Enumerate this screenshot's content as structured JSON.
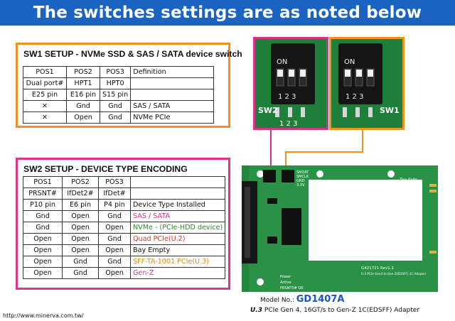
{
  "banner": {
    "title": "The switches settings are as noted below"
  },
  "sw1": {
    "title": "SW1 SETUP - NVMe SSD & SAS / SATA device switch",
    "rows": [
      [
        "POS1",
        "POS2",
        "POS3",
        "Definition"
      ],
      [
        "Dual port#",
        "HPT1",
        "HPT0",
        ""
      ],
      [
        "E25 pin",
        "E16 pin",
        "S15 pin",
        ""
      ],
      [
        "✕",
        "Gnd",
        "Gnd",
        "SAS / SATA"
      ],
      [
        "✕",
        "Open",
        "Gnd",
        "NVMe PCIe"
      ]
    ]
  },
  "sw2": {
    "title": "SW2 SETUP - DEVICE TYPE ENCODING",
    "rows": [
      [
        "POS1",
        "POS2",
        "POS3",
        ""
      ],
      [
        "PRSNT#",
        "IfDet2#",
        "IfDet#",
        ""
      ],
      [
        "P10 pin",
        "E6 pin",
        "P4 pin",
        "Device Type Installed"
      ],
      [
        "Gnd",
        "Open",
        "Gnd",
        "SAS / SATA"
      ],
      [
        "Gnd",
        "Open",
        "Open",
        "NVMe - (PCIe-HDD device)"
      ],
      [
        "Open",
        "Open",
        "Gnd",
        "Quad PCIe(U.2)"
      ],
      [
        "Open",
        "Open",
        "Open",
        "Bay Empty"
      ],
      [
        "Open",
        "Gnd",
        "Gnd",
        "SFF-TA-1001 PCIe(U.3)"
      ],
      [
        "Open",
        "Gnd",
        "Open",
        "Gen-Z"
      ]
    ],
    "def_colors": [
      "",
      "",
      "",
      "#d63384",
      "#2e8b2e",
      "#d83a2a",
      "",
      "#e08a1a",
      "#d63384"
    ]
  },
  "photo": {
    "sw2_label": "SW2",
    "sw1_label": "SW1",
    "on_label": "ON",
    "pos_numbers": "1 2 3",
    "board_labels": {
      "smdat": "SMDAT",
      "smclk": "SMCLK",
      "gnd": "GND",
      "v33": "3.3V",
      "top_side": "Top Side",
      "rev": "G421721 Rev1.1",
      "adapter": "U.3 PCIe Gen4 to Gen-Z(EDSFF) 1C Adapter",
      "power": "Power",
      "active": "Active",
      "prsnt": "PRSNT0# OK"
    }
  },
  "footer": {
    "url": "http://www.minerva.com.tw/",
    "model_label": "Model No.:",
    "model_number": "GD1407A",
    "desc_prefix": "U.3",
    "desc_text": " PCIe Gen 4, 16GT/s to Gen-Z 1C(EDSFF) Adapter"
  },
  "colors": {
    "banner": "#1b63c0",
    "sw1_border": "#f0921e",
    "sw2_border": "#e0358f",
    "pcb": "#23863f"
  }
}
